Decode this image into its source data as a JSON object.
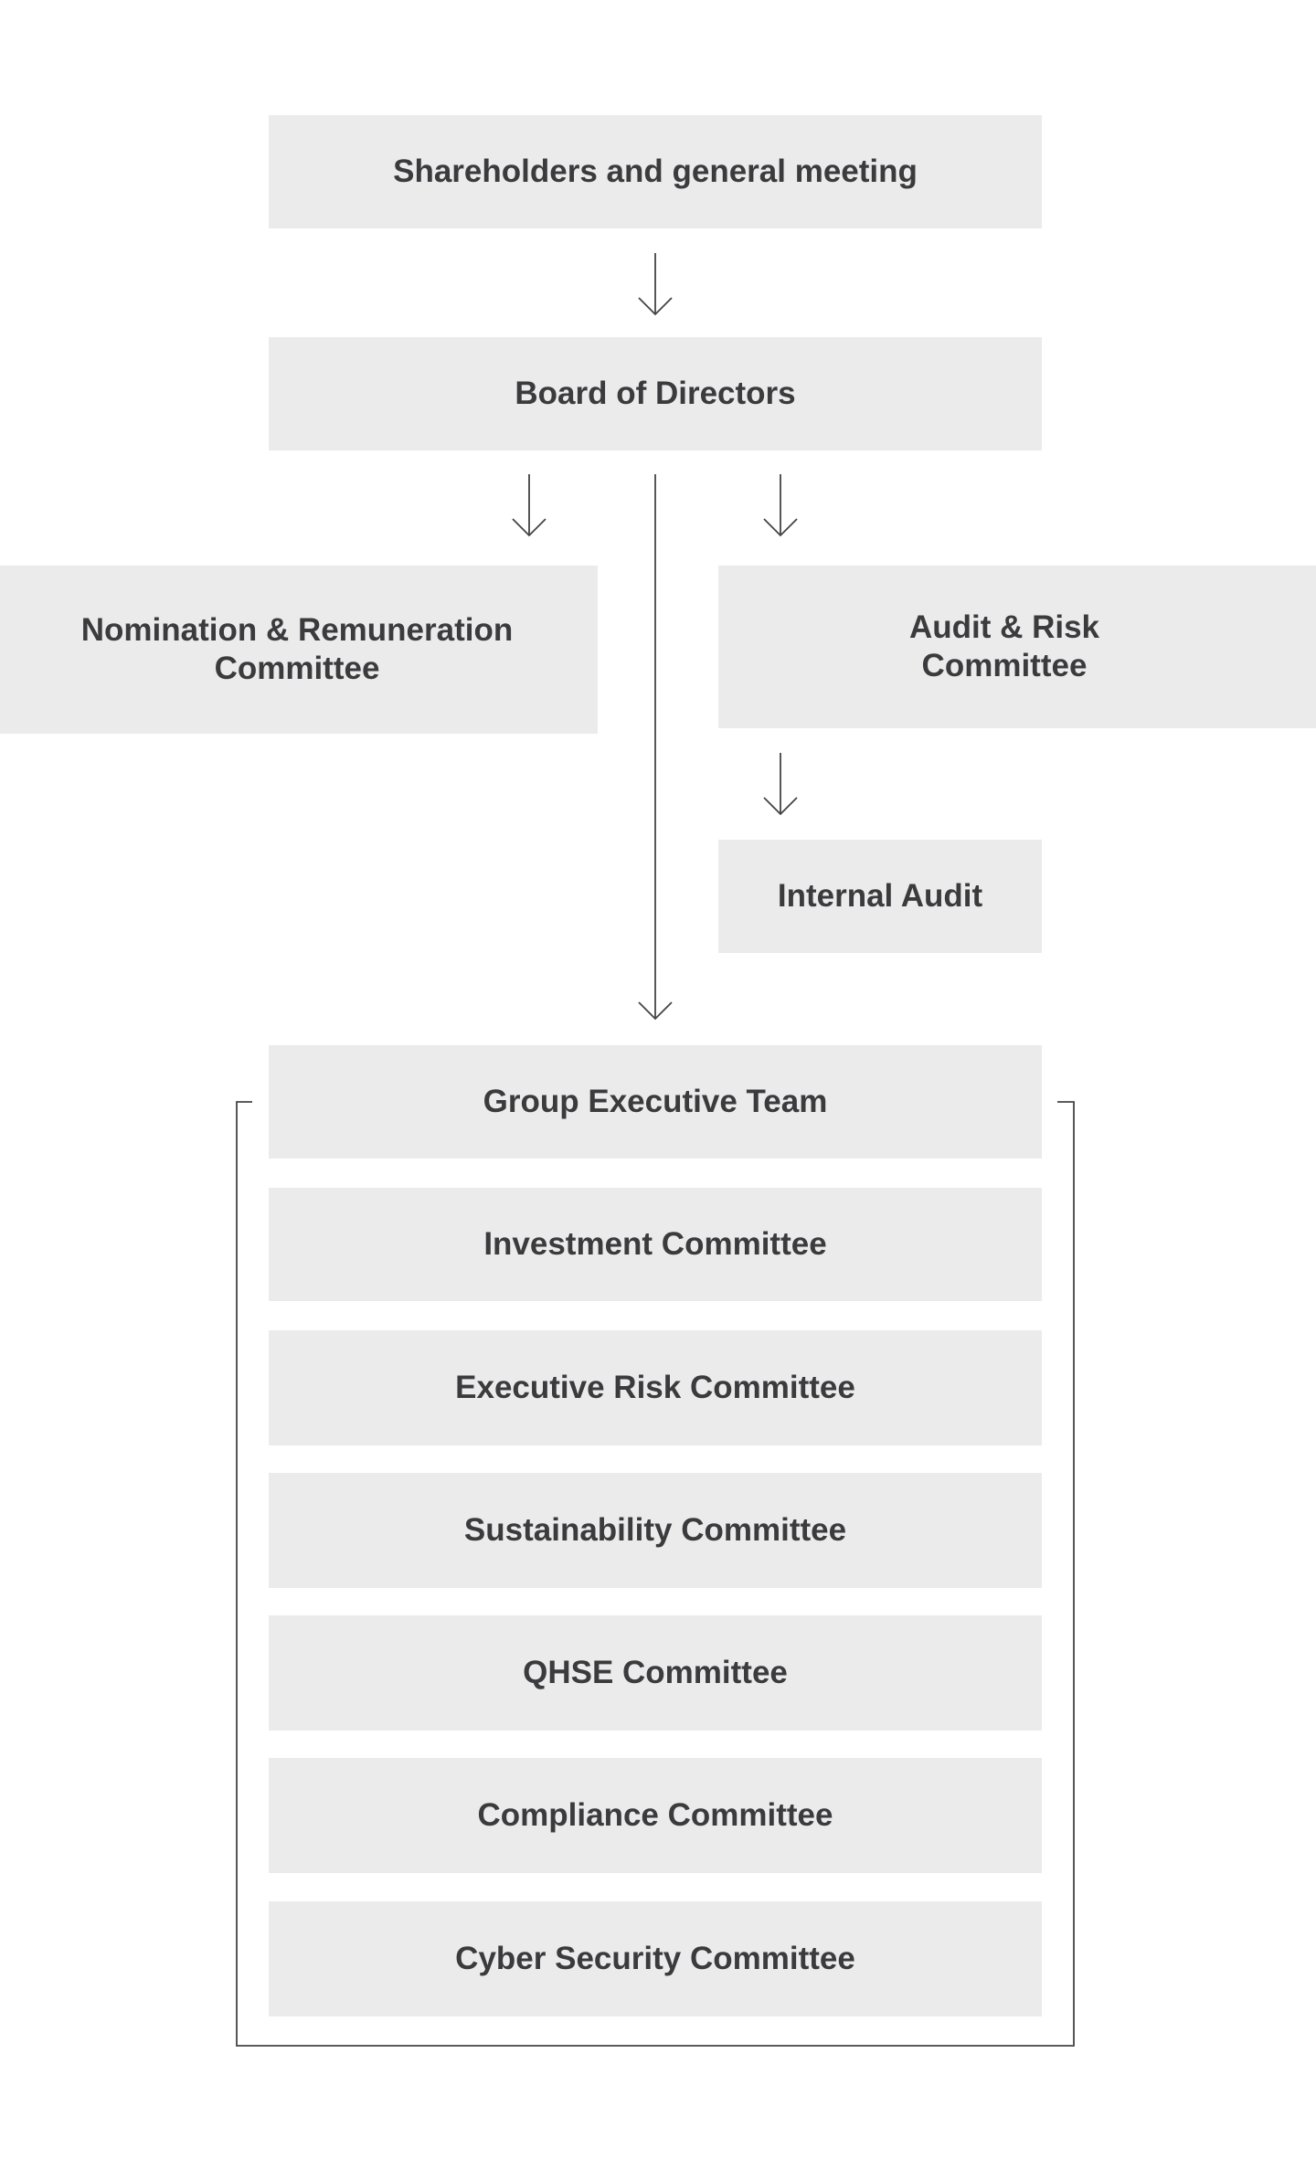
{
  "diagram": {
    "nodes": {
      "shareholders": "Shareholders and general meeting",
      "board": "Board of Directors",
      "nomination": "Nomination & Remuneration\nCommittee",
      "audit_risk": "Audit & Risk\nCommittee",
      "internal_audit": "Internal Audit",
      "group_executive": "Group Executive Team",
      "investment": "Investment Committee",
      "executive_risk": "Executive Risk Committee",
      "sustainability": "Sustainability Committee",
      "qhse": "QHSE Committee",
      "compliance": "Compliance Committee",
      "cyber_security": "Cyber Security Committee"
    },
    "edges": [
      {
        "from": "shareholders",
        "to": "board"
      },
      {
        "from": "board",
        "to": "nomination"
      },
      {
        "from": "board",
        "to": "audit_risk"
      },
      {
        "from": "board",
        "to": "group_executive"
      },
      {
        "from": "audit_risk",
        "to": "internal_audit"
      }
    ],
    "group": {
      "members": [
        "group_executive",
        "investment",
        "executive_risk",
        "sustainability",
        "qhse",
        "compliance",
        "cyber_security"
      ]
    },
    "colors": {
      "box_fill": "#ebebec",
      "text": "#3b3b3d",
      "line": "#444446",
      "background": "#ffffff"
    }
  }
}
